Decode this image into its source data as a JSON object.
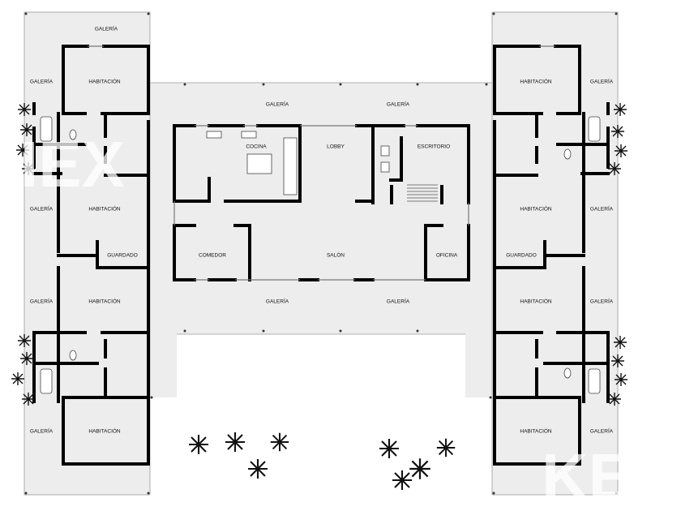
{
  "colors": {
    "floor": "#ededed",
    "wall": "#000000",
    "background": "#ffffff",
    "fixture": "#cfcfcf"
  },
  "labels": {
    "galeria": "GALERÍA",
    "habitacion": "HABITACIÓN",
    "guardado": "GUARDADO",
    "cocina": "COCINA",
    "lobby": "LOBBY",
    "escritorio": "ESCRITORIO",
    "comedor": "COMEDOR",
    "salon": "SALÓN",
    "oficina": "OFICINA"
  },
  "watermark": {
    "left": "IEX",
    "right": "KE"
  },
  "icons": [
    "plant-icon",
    "bathtub-icon",
    "toilet-icon",
    "sink-icon",
    "stair-icon",
    "kitchen-island-icon"
  ]
}
